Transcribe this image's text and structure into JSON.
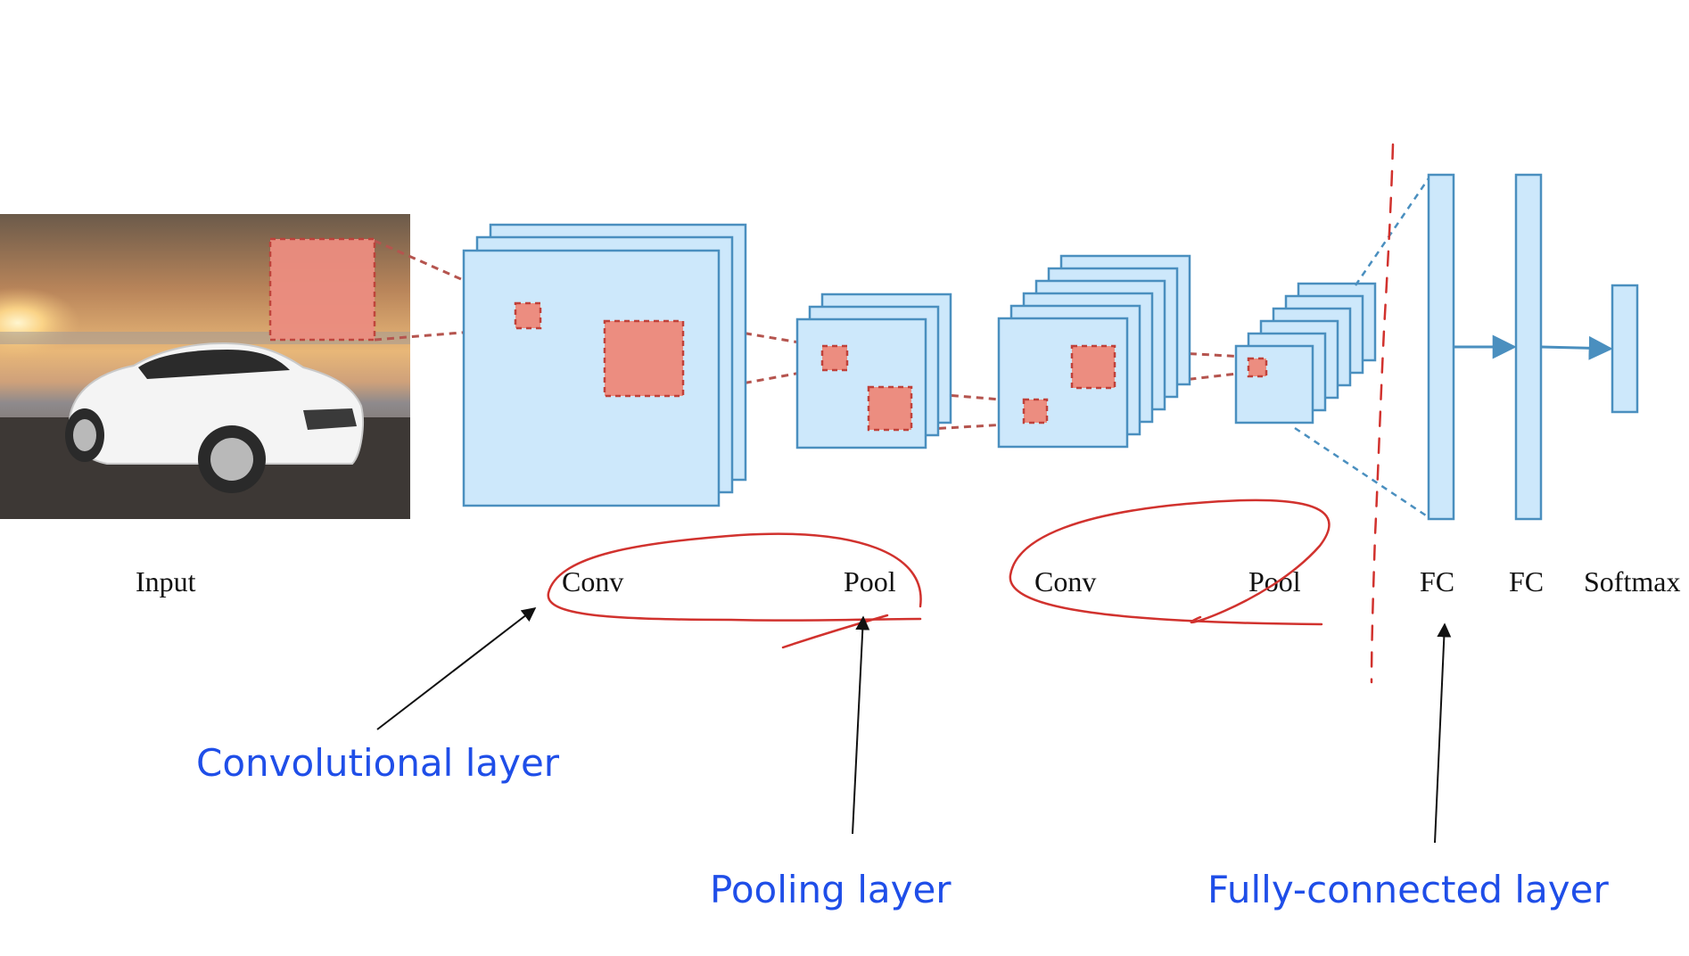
{
  "labels": {
    "input": "Input",
    "conv1": "Conv",
    "pool1": "Pool",
    "conv2": "Conv",
    "pool2": "Pool",
    "fc1": "FC",
    "fc2": "FC",
    "softmax": "Softmax"
  },
  "annotations": {
    "convolutional": "Convolutional layer",
    "pooling": "Pooling layer",
    "fully_connected": "Fully-connected layer"
  },
  "colors": {
    "feature_map_fill": "#cde8fb",
    "feature_map_stroke": "#4a8fbf",
    "patch_fill": "#ec8d80",
    "patch_stroke": "#c0413a",
    "connector": "#b5544e",
    "fc_connector": "#4a8fbf",
    "annotation_red": "#d1322e",
    "annotation_blue": "#1f4ee8",
    "arrow_black": "#111111"
  }
}
